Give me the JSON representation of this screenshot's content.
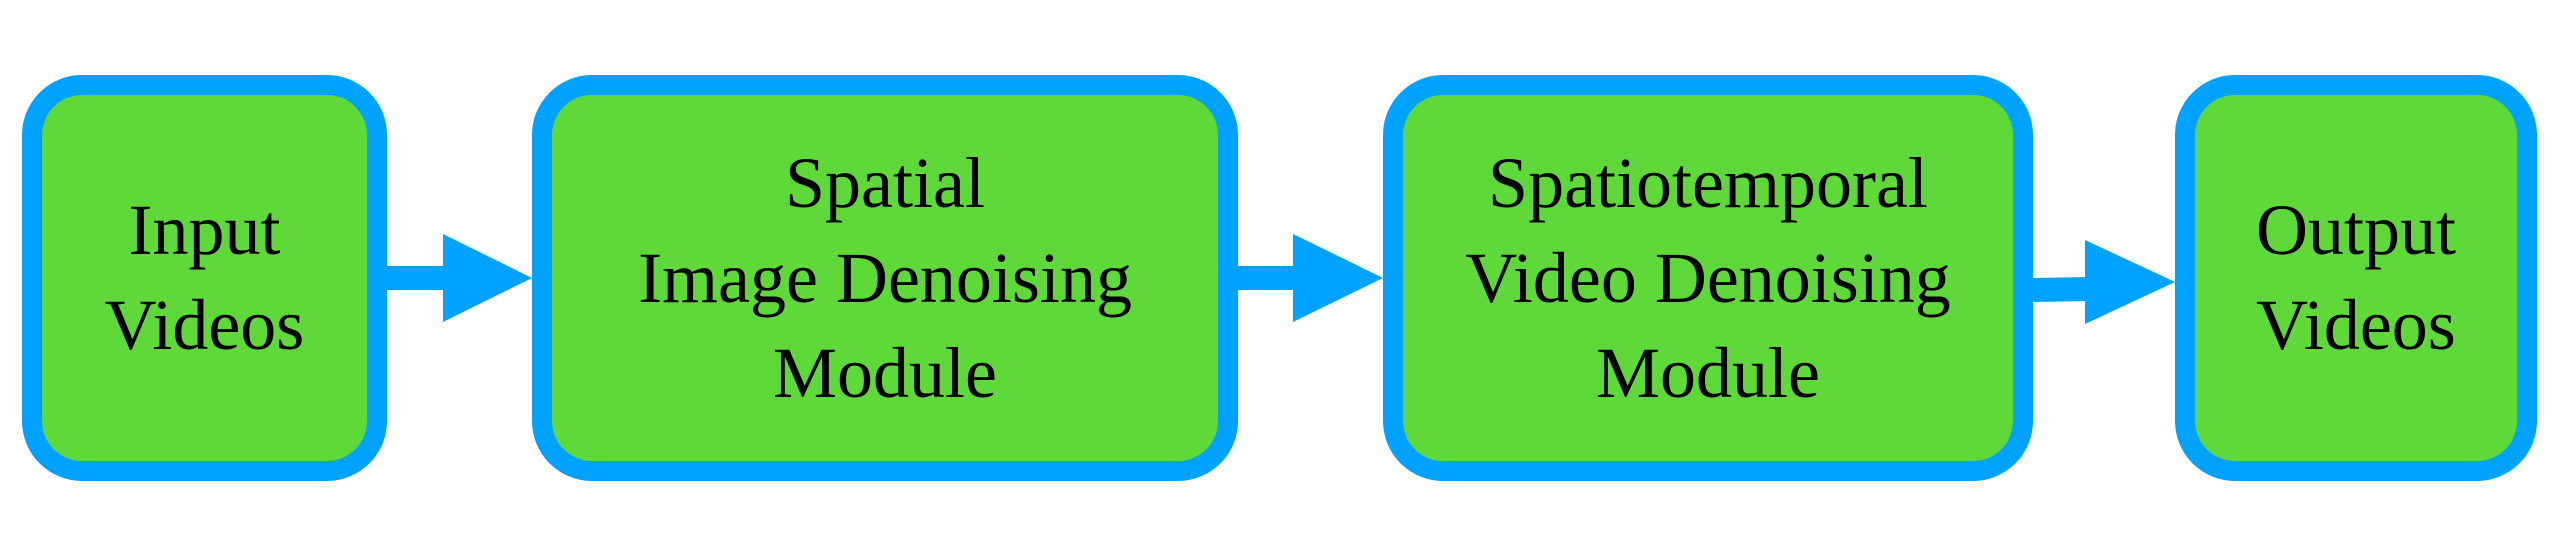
{
  "diagram": {
    "colors": {
      "box_fill": "#5fd93a",
      "box_border": "#00a2ff",
      "arrow": "#00a2ff",
      "text": "#000000"
    },
    "nodes": [
      {
        "id": "input",
        "label": "Input\nVideos"
      },
      {
        "id": "spatial",
        "label": "Spatial\nImage Denoising\nModule"
      },
      {
        "id": "spatiotemporal",
        "label": "Spatiotemporal\nVideo Denoising\nModule"
      },
      {
        "id": "output",
        "label": "Output\nVideos"
      }
    ],
    "edges": [
      {
        "from": "input",
        "to": "spatial"
      },
      {
        "from": "spatial",
        "to": "spatiotemporal"
      },
      {
        "from": "spatiotemporal",
        "to": "output"
      }
    ]
  }
}
